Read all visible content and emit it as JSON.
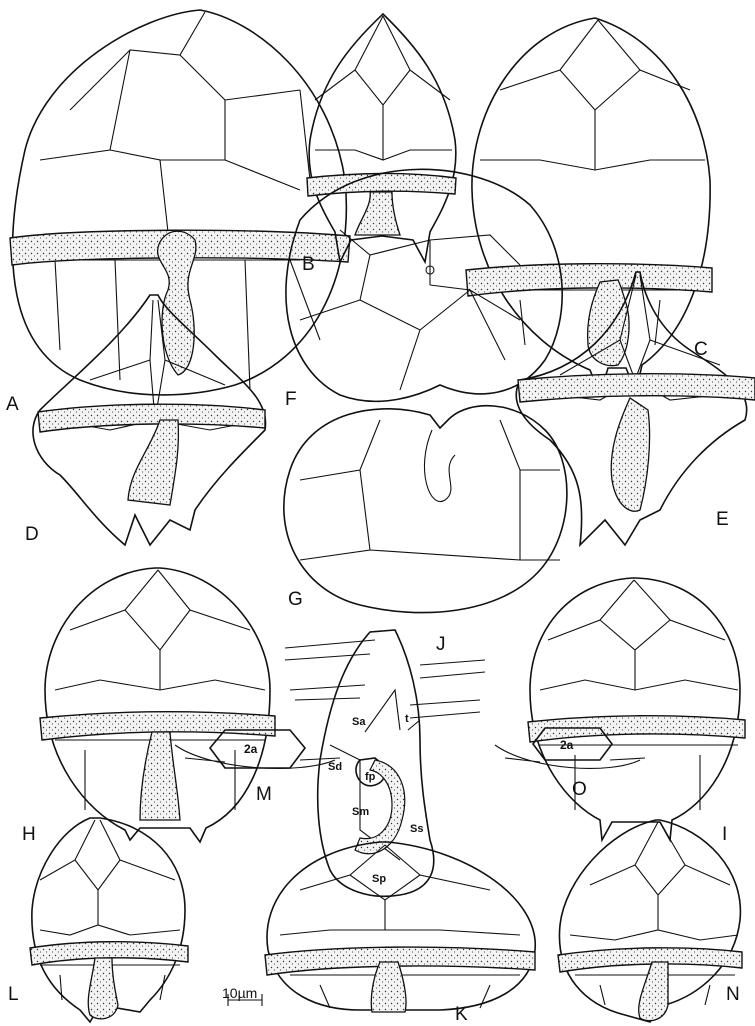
{
  "figure_labels": {
    "A": "A",
    "B": "B",
    "C": "C",
    "D": "D",
    "E": "E",
    "F": "F",
    "G": "G",
    "H": "H",
    "I": "I",
    "J": "J",
    "K": "K",
    "L": "L",
    "M": "M",
    "N": "N",
    "O": "O"
  },
  "panel_J_labels": {
    "sa": "Sa",
    "t": "t",
    "sd": "Sd",
    "sm": "Sm",
    "fp": "fp",
    "ss": "Ss",
    "sp": "Sp"
  },
  "panel_M_plate": "2a",
  "panel_O_plate": "2a",
  "scale_bar_label": "10µm"
}
